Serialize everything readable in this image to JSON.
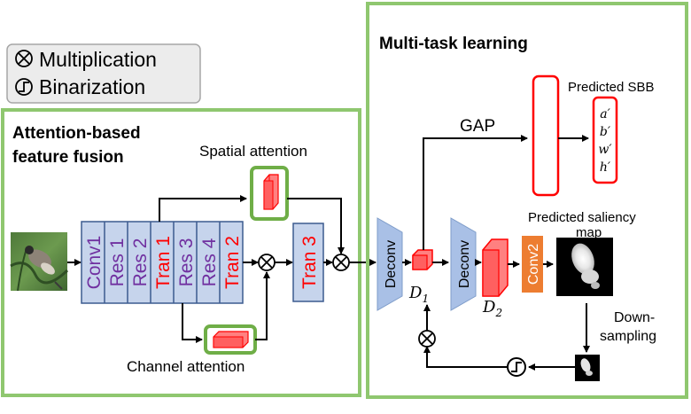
{
  "legend": {
    "multiplication": "Multiplication",
    "binarization": "Binarization"
  },
  "left_panel": {
    "title_line1": "Attention-based",
    "title_line2": "feature fusion",
    "spatial_attention": "Spatial attention",
    "channel_attention": "Channel attention",
    "blocks": [
      "Conv1",
      "Res 1",
      "Res 2",
      "Tran 1",
      "Res 3",
      "Res 4",
      "Tran 2"
    ],
    "tran3": "Tran 3"
  },
  "right_panel": {
    "title": "Multi-task learning",
    "gap": "GAP",
    "predicted_sbb": "Predicted SBB",
    "sbb_values": [
      "a′",
      "b′",
      "w′",
      "h′"
    ],
    "predicted_saliency_line1": "Predicted saliency",
    "predicted_saliency_line2": "map",
    "deconv": "Deconv",
    "conv2": "Conv2",
    "d1": "D",
    "d1_sub": "1",
    "d2": "D",
    "d2_sub": "2",
    "downsampling_line1": "Down-",
    "downsampling_line2": "sampling"
  },
  "colors": {
    "panel_green": "#8fc76f",
    "attention_green": "#6fae47",
    "block_fill": "#c6d4ec",
    "block_stroke": "#3c5b8f",
    "purple_text": "#7030a0",
    "red": "#ff0000",
    "deconv_fill": "#a9c0e6",
    "conv2_fill": "#ed7d31"
  }
}
